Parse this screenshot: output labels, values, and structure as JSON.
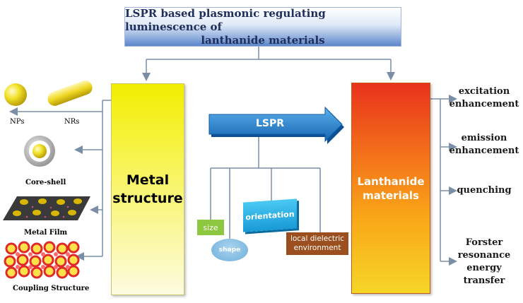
{
  "title": {
    "line1": "LSPR based plasmonic regulating luminescence of",
    "line2": "lanthanide materials"
  },
  "metal": {
    "line1": "Metal",
    "line2": "structure"
  },
  "lanthanide": {
    "line1": "Lanthanide",
    "line2": "materials"
  },
  "lspr": {
    "label": "LSPR"
  },
  "factors": {
    "size": "size",
    "shape": "shape",
    "orientation": "orientation",
    "local_line1": "local dielectric",
    "local_line2": "environment"
  },
  "structures": {
    "nps": "NPs",
    "nrs": "NRs",
    "core_shell": "Core-shell",
    "metal_film": "Metal Film",
    "coupling": "Coupling Structure"
  },
  "effects": {
    "excitation_1": "excitation",
    "excitation_2": "enhancement",
    "emission_1": "emission",
    "emission_2": "enhancement",
    "quenching": "quenching",
    "forster_1": "Forster",
    "forster_2": "resonance",
    "forster_3": "energy",
    "forster_4": "transfer"
  },
  "colors": {
    "connector": "#7a8ea8",
    "title_gradient_bottom": "#5b86cc",
    "metal_fill": "#f2ee00",
    "lanthanide_top": "#e8321c",
    "lanthanide_bottom": "#f6d627",
    "lspr_arrow": "#1f77c8"
  },
  "icons": {
    "nanoparticle": "yellow-sphere",
    "nanorod": "yellow-cylinder",
    "core_shell": "grey-ring-yellow-core",
    "metal_film": "dark-film-with-bumps",
    "coupling": "red-ring-bead-array"
  }
}
